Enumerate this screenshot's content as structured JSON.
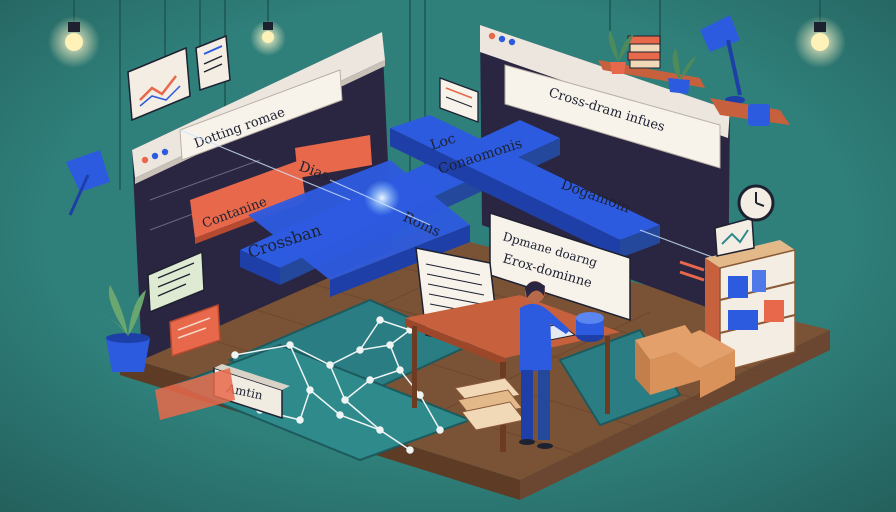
{
  "labels": {
    "left_window_title": "Dotting romae",
    "left_window_tag": "Contanine",
    "right_window_title": "Cross-dram infues",
    "beam_crossban": "Crossban",
    "beam_dias": "Dias",
    "beam_loc": "Loc",
    "beam_conaomonis": "Conaomonis",
    "beam_roms": "Roms",
    "beam_dogamoin": "Dogamoin",
    "board_line1": "Dpmane doarng",
    "board_line2": "Erox-dominne",
    "floor_sign": "Amtin"
  },
  "colors": {
    "background": "#2f7f7a",
    "beam_blue": "#2d5be0",
    "beam_blue_dark": "#1e3fa8",
    "window_dark": "#2a2540",
    "window_frame": "#ece6df",
    "orange_card": "#e7684a",
    "floor_brown": "#8b5a3c"
  },
  "icons": [
    "hanging-bulb-icon",
    "desk-lamp-icon",
    "wall-clock-icon",
    "potted-plant-icon",
    "chart-note-icon",
    "network-graph-icon"
  ]
}
